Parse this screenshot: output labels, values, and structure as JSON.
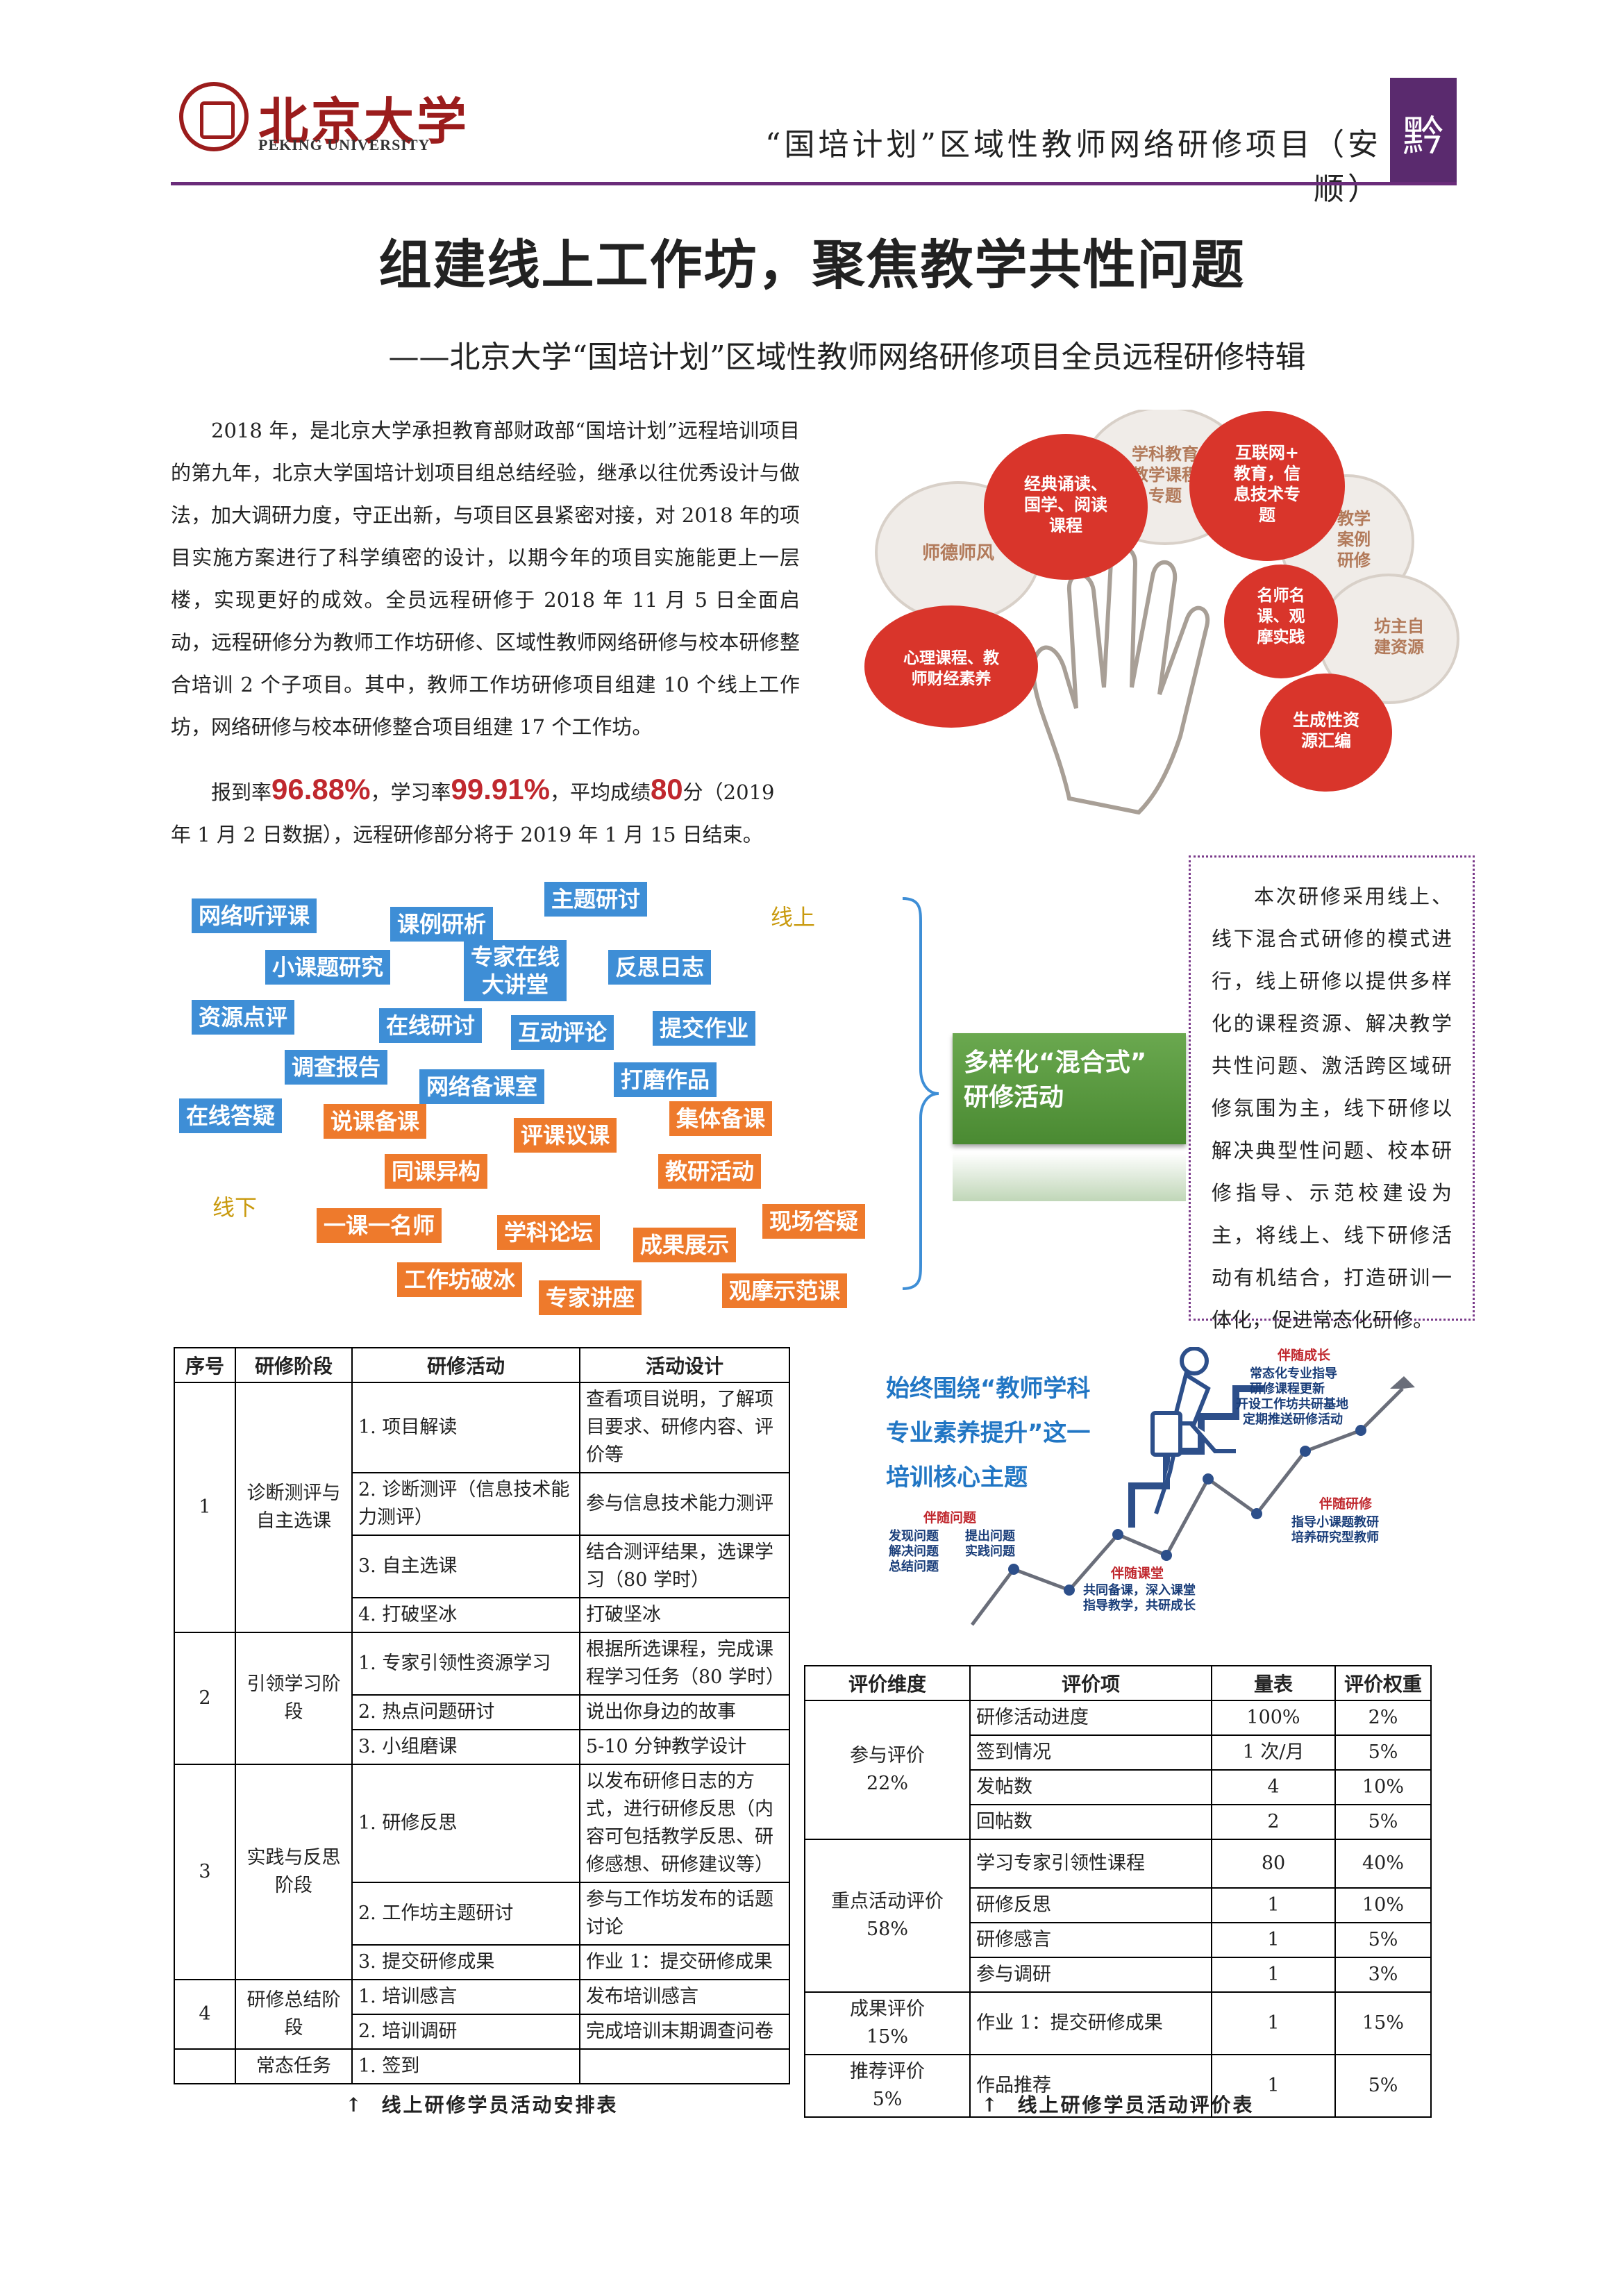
{
  "header": {
    "logo_cn": "北京大学",
    "logo_en": "PEKING UNIVERSITY",
    "project_title": "“国培计划”区域性教师网络研修项目（安顺）"
  },
  "title": "组建线上工作坊，聚焦教学共性问题",
  "subtitle": "——北京大学“国培计划”区域性教师网络研修项目全员远程研修特辑",
  "intro": "2018 年，是北京大学承担教育部财政部“国培计划”远程培训项目的第九年，北京大学国培计划项目组总结经验，继承以往优秀设计与做法，加大调研力度，守正出新，与项目区县紧密对接，对 2018 年的项目实施方案进行了科学缜密的设计，以期今年的项目实施能更上一层楼，实现更好的成效。全员远程研修于 2018 年 11 月 5 日全面启动，远程研修分为教师工作坊研修、区域性教师网络研修与校本研修整合培训 2 个子项目。其中，教师工作坊研修项目组建 10 个线上工作坊，网络研修与校本研修整合项目组建 17 个工作坊。",
  "stats": {
    "p1": "报到率",
    "v1": "96.88%",
    "p2": "，学习率",
    "v2": "99.91%",
    "p3": "，平均成绩",
    "v3": "80",
    "p4": "分（2019 年 1 月 2 日数据），远程研修部分将于 2019 年 1 月 15 日结束。"
  },
  "bubbles": {
    "b1": "师德师风",
    "b2a": "经典诵读、",
    "b2b": "国学、阅读",
    "b2c": "课程",
    "b3a": "学科教育",
    "b3b": "教学课程",
    "b3c": "专题",
    "b4a": "互联网+",
    "b4b": "教育，信",
    "b4c": "息技术专",
    "b4d": "题",
    "b5a": "教学",
    "b5b": "案例",
    "b5c": "研修",
    "b6a": "名师名",
    "b6b": "课、观",
    "b6c": "摩实践",
    "b7a": "坊主自",
    "b7b": "建资源",
    "b8a": "心理课程、教",
    "b8b": "师财经素养",
    "b9a": "生成性资",
    "b9b": "源汇编"
  },
  "activities": {
    "online_label": "线上",
    "offline_label": "线下",
    "t1": "网络听评课",
    "t2": "课例研析",
    "t3": "主题研讨",
    "t4": "小课题研究",
    "t5a": "专家在线",
    "t5b": "大讲堂",
    "t6": "反思日志",
    "t7": "资源点评",
    "t8": "在线研讨",
    "t9": "互动评论",
    "t10": "提交作业",
    "t11": "调查报告",
    "t12": "网络备课室",
    "t13": "打磨作品",
    "t14": "在线答疑",
    "t15": "说课备课",
    "t16": "评课议课",
    "t17": "集体备课",
    "t18": "同课异构",
    "t19": "教研活动",
    "t20": "一课一名师",
    "t21": "学科论坛",
    "t22": "成果展示",
    "t23": "现场答疑",
    "t24": "工作坊破冰",
    "t25": "专家讲座",
    "t26": "观摩示范课",
    "mix_line1": "多样化“混合式”",
    "mix_line2": "研修活动"
  },
  "side_note": "本次研修采用线上、线下混合式研修的模式进行，线上研修以提供多样化的课程资源、解决教学共性问题、激活跨区域研修氛围为主，线下研修以解决典型性问题、校本研修指导、示范校建设为主，将线上、线下研修活动有机结合，打造研训一体化，促进常态化研修。",
  "schedule_table": {
    "headers": [
      "序号",
      "研修阶段",
      "研修活动",
      "活动设计"
    ],
    "r1_no": "1",
    "r1_stage": "诊断测评与自主选课",
    "r1a_act": "1. 项目解读",
    "r1a_des": "查看项目说明，了解项目要求、研修内容、评价等",
    "r1b_act": "2. 诊断测评（信息技术能力测评）",
    "r1b_des": "参与信息技术能力测评",
    "r1c_act": "3. 自主选课",
    "r1c_des": "结合测评结果，选课学习（80 学时）",
    "r1d_act": "4. 打破坚冰",
    "r1d_des": "打破坚冰",
    "r2_no": "2",
    "r2_stage": "引领学习阶段",
    "r2a_act": "1. 专家引领性资源学习",
    "r2a_des": "根据所选课程，完成课程学习任务（80 学时）",
    "r2b_act": "2. 热点问题研讨",
    "r2b_des": "说出你身边的故事",
    "r2c_act": "3. 小组磨课",
    "r2c_des": "5-10 分钟教学设计",
    "r3_no": "3",
    "r3_stage": "实践与反思阶段",
    "r3a_act": "1. 研修反思",
    "r3a_des": "以发布研修日志的方式，进行研修反思（内容可包括教学反思、研修感想、研修建议等）",
    "r3b_act": "2. 工作坊主题研讨",
    "r3b_des": "参与工作坊发布的话题讨论",
    "r3c_act": "3. 提交研修成果",
    "r3c_des": "作业 1：提交研修成果",
    "r4_no": "4",
    "r4_stage": "研修总结阶段",
    "r4a_act": "1. 培训感言",
    "r4a_des": "发布培训感言",
    "r4b_act": "2. 培训调研",
    "r4b_des": "完成培训末期调查问卷",
    "r5_stage": "常态任务",
    "r5a_act": "1. 签到",
    "r5a_des": ""
  },
  "theme": {
    "line1": "始终围绕“教师学科",
    "line2": "专业素养提升”这一",
    "line3": "培训核心主题",
    "grow_title": "伴随成长",
    "grow_1": "常态化专业指导",
    "grow_2": "研修课程更新",
    "grow_3": "开设工作坊共研基地",
    "grow_4": "定期推送研修活动",
    "issue_title": "伴随问题",
    "issue_1": "发现问题",
    "issue_2": "解决问题",
    "issue_3": "总结问题",
    "issue_4": "提出问题",
    "issue_5": "实践问题",
    "class_title": "伴随课堂",
    "class_1": "共同备课，深入课堂",
    "class_2": "指导教学，共研成长",
    "study_title": "伴随研修",
    "study_1": "指导小课题教研",
    "study_2": "培养研究型教师"
  },
  "eval_table": {
    "headers": [
      "评价维度",
      "评价项",
      "量表",
      "评价权重"
    ],
    "g1_name": "参与评价",
    "g1_pct": "22%",
    "g1r1": [
      "研修活动进度",
      "100%",
      "2%"
    ],
    "g1r2": [
      "签到情况",
      "1 次/月",
      "5%"
    ],
    "g1r3": [
      "发帖数",
      "4",
      "10%"
    ],
    "g1r4": [
      "回帖数",
      "2",
      "5%"
    ],
    "g2_name": "重点活动评价",
    "g2_pct": "58%",
    "g2r1": [
      "学习专家引领性课程",
      "80",
      "40%"
    ],
    "g2r2": [
      "研修反思",
      "1",
      "10%"
    ],
    "g2r3": [
      "研修感言",
      "1",
      "5%"
    ],
    "g2r4": [
      "参与调研",
      "1",
      "3%"
    ],
    "g3_name": "成果评价",
    "g3_pct": "15%",
    "g3r1": [
      "作业 1：提交研修成果",
      "1",
      "15%"
    ],
    "g4_name": "推荐评价",
    "g4_pct": "5%",
    "g4r1": [
      "作品推荐",
      "1",
      "5%"
    ]
  },
  "captions": {
    "left_arrow": "↑",
    "left": "线上研修学员活动安排表",
    "right_arrow": "↑",
    "right": "线上研修学员活动评价表"
  },
  "colors": {
    "brand_red": "#9b1c1c",
    "accent_purple": "#6a2c7a",
    "stat_red": "#c0282e",
    "tag_blue": "#3e8ed6",
    "tag_orange": "#ee7a2c",
    "mix_green": "#5a9a3e"
  }
}
